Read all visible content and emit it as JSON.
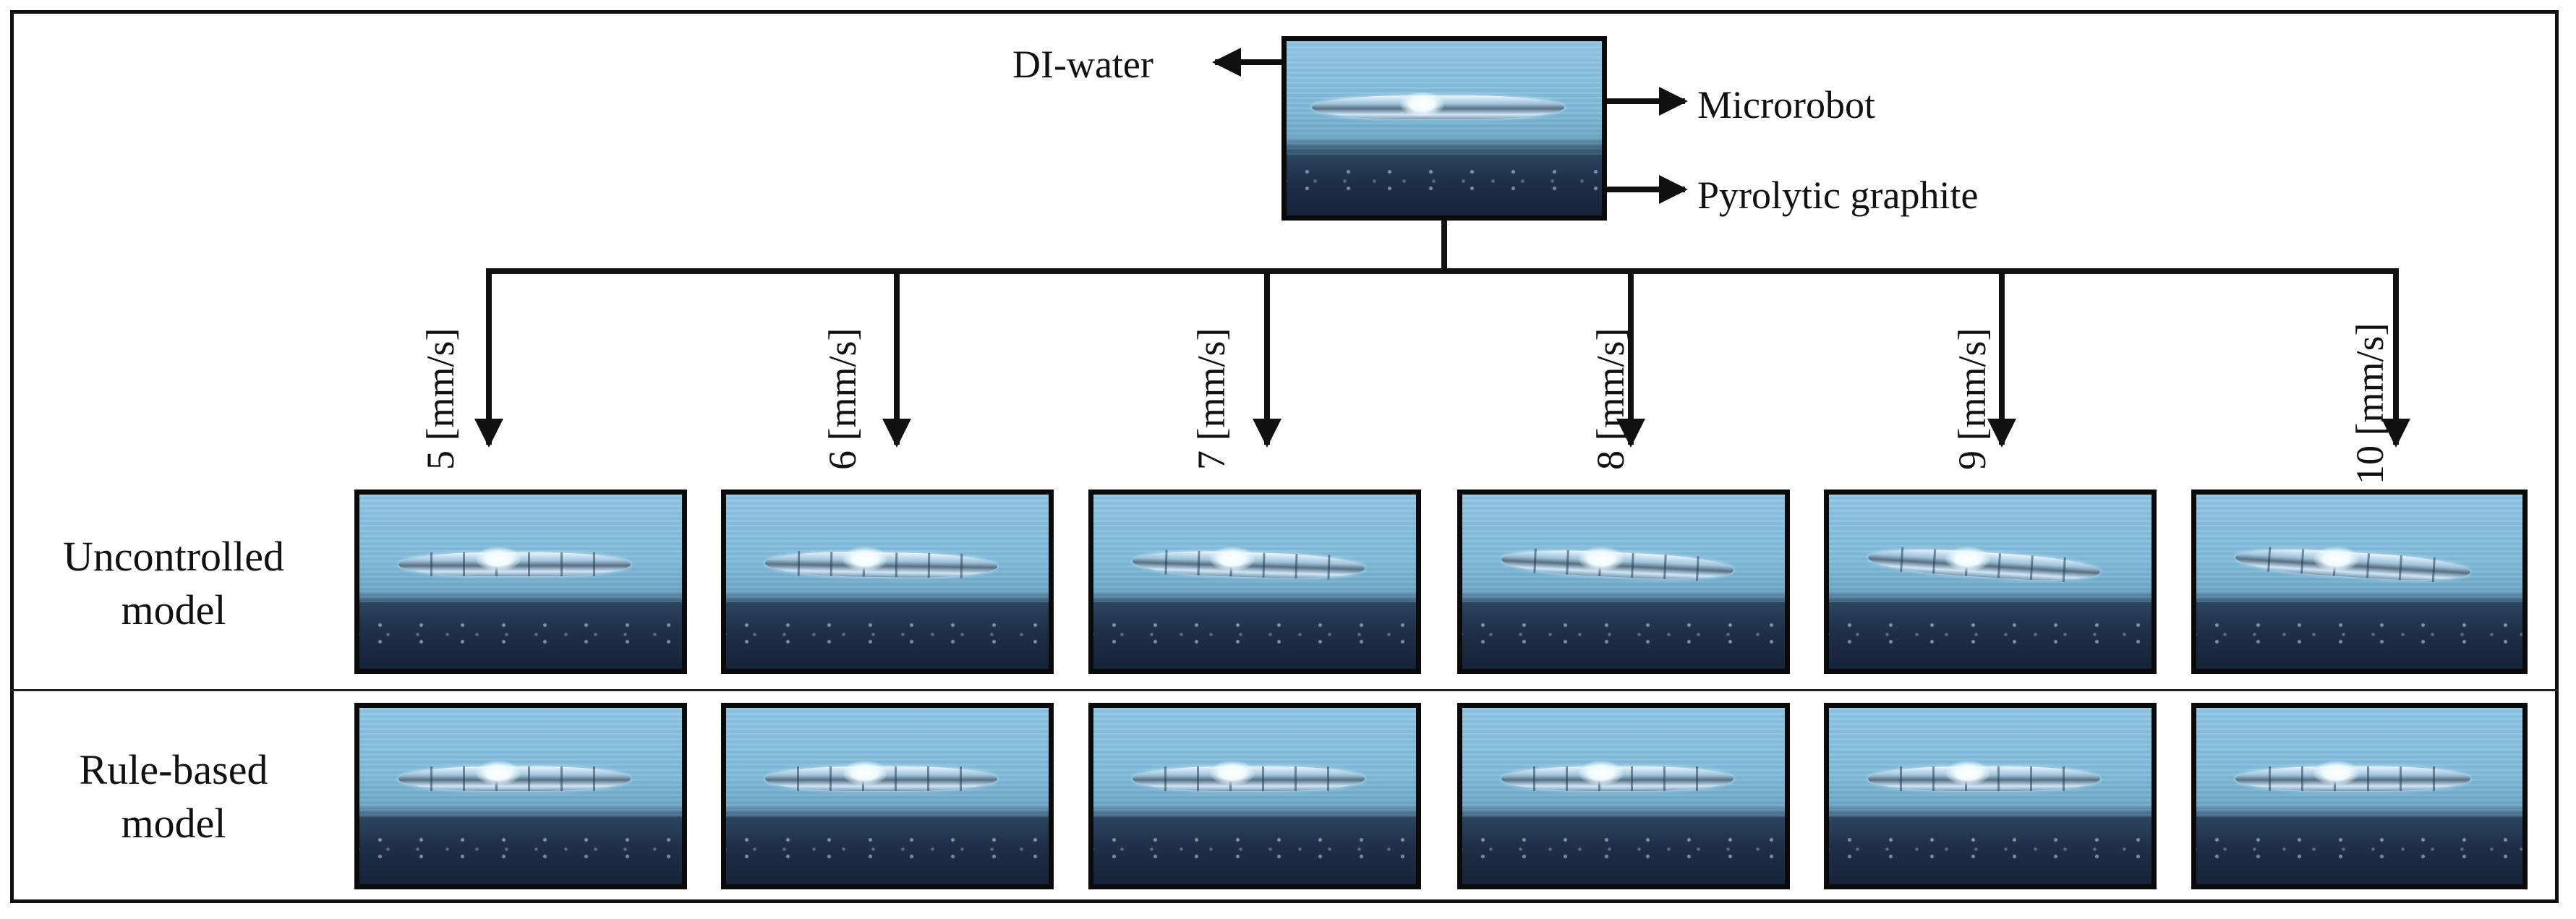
{
  "top_labels": {
    "water": "DI-water",
    "microrobot": "Microrobot",
    "graphite": "Pyrolytic graphite"
  },
  "speeds": [
    "5 [mm/s]",
    "6 [mm/s]",
    "7 [mm/s]",
    "8 [mm/s]",
    "9 [mm/s]",
    "10 [mm/s]"
  ],
  "rows": [
    {
      "label_line1": "Uncontrolled",
      "label_line2": "model"
    },
    {
      "label_line1": "Rule-based",
      "label_line2": "model"
    }
  ]
}
